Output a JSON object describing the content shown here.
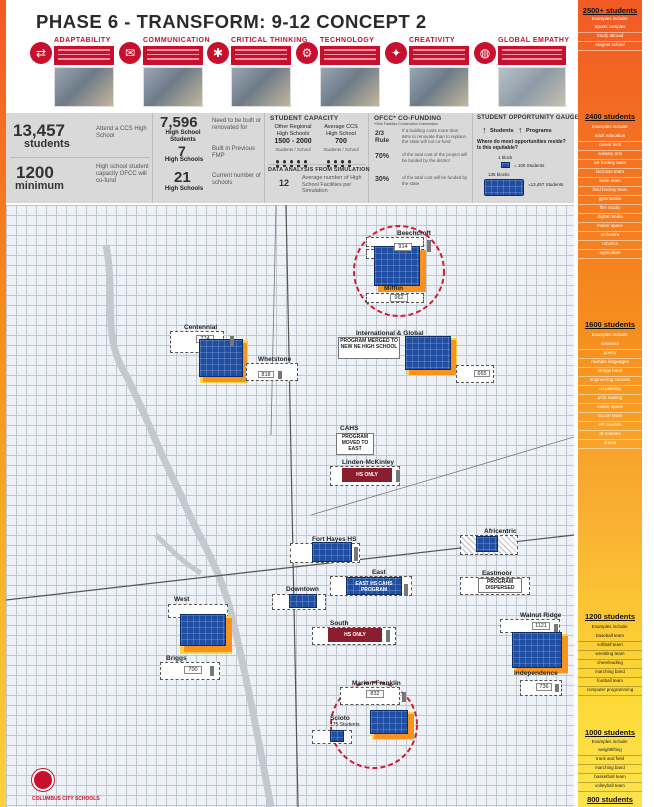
{
  "title": "PHASE 6 - TRANSFORM: 9-12 CONCEPT 2",
  "concepts": [
    {
      "name": "ADAPTABILITY",
      "icon": "arrows-icon"
    },
    {
      "name": "COMMUNICATION",
      "icon": "chat-icon"
    },
    {
      "name": "CRITICAL THINKING",
      "icon": "brain-icon"
    },
    {
      "name": "TECHNOLOGY",
      "icon": "circuit-icon"
    },
    {
      "name": "CREATIVITY",
      "icon": "lightbulb-icon"
    },
    {
      "name": "GLOBAL EMPATHY",
      "icon": "globe-icon"
    }
  ],
  "stats": {
    "students_num": "13,457",
    "students_word": "students",
    "students_label": "Attend a CCS High School",
    "minimum_num": "1200",
    "minimum_word": "minimum",
    "minimum_label": "High school student capacity OFCC will co-fund",
    "built_num": "7,596",
    "built_sub": "High School Students",
    "built_label": "Need to be built or renovated for",
    "prev_num": "7",
    "prev_sub": "High Schools",
    "prev_label": "Built in Previous FMP",
    "current_num": "21",
    "current_sub": "High Schools",
    "current_label": "Current number of schools",
    "capacity_header": "STUDENT CAPACITY",
    "capacity_left_title": "Other Regional High Schools",
    "capacity_left_value": "1500 - 2000",
    "capacity_left_unit": "Students / School",
    "capacity_right_title": "Average CCS High School",
    "capacity_right_value": "700",
    "capacity_right_unit": "Students / School",
    "sim_header": "DATA ANALYSIS FROM SIMULATION",
    "sim_num": "12",
    "sim_label": "Average number of High School Facilities per Simulation",
    "ofcc_header": "OFCC* CO-FUNDING",
    "ofcc_sub": "*Ohio Facilities Construction Commission",
    "ofcc_rows": [
      {
        "key": "2/3 Rule",
        "text": "If a building costs more than 66% to renovate than to replace, the state will not co-fund"
      },
      {
        "key": "70%",
        "text": "of the total cost of the project will be funded by the district"
      },
      {
        "key": "30%",
        "text": "of the total cost will be funded by the state"
      }
    ],
    "gauge_header": "STUDENT OPPORTUNITY GAUGE",
    "gauge_students": "Students",
    "gauge_programs": "Programs",
    "gauge_question": "Where do most opportunities reside? Is this equitable?",
    "gauge_block": "1 block",
    "gauge_block_eq": "= 100 Students",
    "gauge_blocks": "135 blocks",
    "gauge_total": "=13,457 Students"
  },
  "map": {
    "schools": [
      {
        "name": "Beechcroft",
        "num": "914"
      },
      {
        "name": "Mifflin",
        "num": "962"
      },
      {
        "name": "Centennial",
        "num": "774"
      },
      {
        "name": "Whetstone",
        "num": "818"
      },
      {
        "name": "International & Global",
        "num": "665"
      },
      {
        "name": "CAHS",
        "num": ""
      },
      {
        "name": "Linden-McKinley",
        "num": ""
      },
      {
        "name": "Fort Hayes HS",
        "num": ""
      },
      {
        "name": "Africentric",
        "num": ""
      },
      {
        "name": "East",
        "num": ""
      },
      {
        "name": "Eastmoor",
        "num": ""
      },
      {
        "name": "Downtown",
        "num": ""
      },
      {
        "name": "West",
        "num": ""
      },
      {
        "name": "South",
        "num": ""
      },
      {
        "name": "Walnut Ridge",
        "num": "1121"
      },
      {
        "name": "Briggs",
        "num": "700"
      },
      {
        "name": "Independence",
        "num": "736"
      },
      {
        "name": "Marion-Franklin",
        "num": "832"
      },
      {
        "name": "Scioto",
        "num": ""
      }
    ],
    "notes": {
      "intl_program": "PROGRAM MERGED TO NEW NE HIGH SCHOOL",
      "cahs_note": "PROGRAM MOVED TO EAST",
      "linden_note": "HS ONLY",
      "east_note": "EAST HS CAHS PROGRAM",
      "eastmoor_note": "PROGRAM DISPERSED",
      "south_note": "HS ONLY",
      "scioto_students": "175 Students"
    }
  },
  "right": {
    "sections": [
      {
        "heading": "2500+ students",
        "sub": "Examples include:",
        "items": [
          "Sports complex",
          "Study abroad",
          "Magnet school"
        ]
      },
      {
        "heading": "2400 students",
        "sub": "Examples include:",
        "items": [
          "adult education",
          "career tech",
          "culinary arts",
          "ice hockey team",
          "lacrosse team",
          "swim team",
          "field hockey team",
          "gymnastics",
          "film studio",
          "digital media",
          "maker space",
          "orchestra",
          "robotics",
          "agriculture"
        ]
      },
      {
        "heading": "1600 students",
        "sub": "Examples include:",
        "items": [
          "ceramics",
          "poetry",
          "multiple languages",
          "strings band",
          "engineering courses",
          "oil painting",
          "print making",
          "maker space",
          "soccer team",
          "AP courses",
          "IB courses",
          "drama"
        ]
      },
      {
        "heading": "1200 students",
        "sub": "Examples include:",
        "items": [
          "baseball team",
          "softball team",
          "wrestling team",
          "cheerleading",
          "marching band",
          "football team",
          "computer programming"
        ]
      },
      {
        "heading": "1000 students",
        "sub": "Examples include:",
        "items": [
          "weightlifting",
          "track and field",
          "marching band",
          "basketball team",
          "volleyball team"
        ]
      },
      {
        "heading": "800 students",
        "sub": "",
        "items": []
      }
    ]
  },
  "footer": {
    "logo_text": "COLUMBUS CITY SCHOOLS"
  },
  "colors": {
    "brand_red": "#c8102e",
    "building_blue": "#1f4ea3",
    "accent_orange": "#f7931e",
    "accent_yellow": "#ffd23f",
    "note_red": "#8b1e2e"
  }
}
